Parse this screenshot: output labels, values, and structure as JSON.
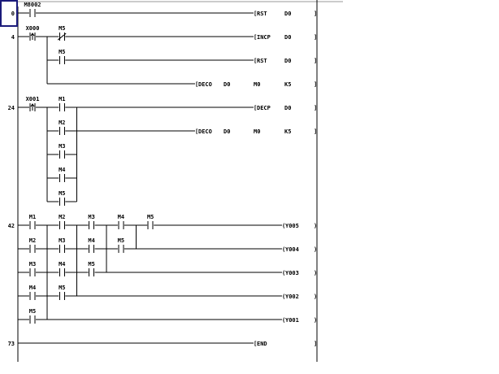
{
  "colors": {
    "wire": "#000000",
    "cursor": "#1a1a7a",
    "topline": "#999999"
  },
  "rungs": [
    {
      "step": "0",
      "rows": [
        {
          "start_after_col": null,
          "elements": [
            {
              "col": 0,
              "label": "M8002",
              "type": "no"
            }
          ],
          "instruction": {
            "kind": "apply",
            "op": "RST",
            "args": [
              "D0"
            ]
          }
        }
      ],
      "branches": []
    },
    {
      "step": "4",
      "rows": [
        {
          "start_after_col": null,
          "elements": [
            {
              "col": 0,
              "label": "X000",
              "type": "rising"
            },
            {
              "col": 1,
              "label": "M5",
              "type": "nc"
            }
          ],
          "instruction": {
            "kind": "apply",
            "op": "INCP",
            "args": [
              "D0"
            ]
          }
        },
        {
          "start_after_col": 0,
          "elements": [
            {
              "col": 1,
              "label": "M5",
              "type": "no"
            }
          ],
          "instruction": {
            "kind": "apply",
            "op": "RST",
            "args": [
              "D0"
            ]
          }
        },
        {
          "start_after_col": 0,
          "elements": [],
          "instruction": {
            "kind": "deco",
            "op": "DECO",
            "args": [
              "D0",
              "M0",
              "K5"
            ]
          }
        }
      ],
      "branches": [
        {
          "after_col": 0,
          "from_row": 0,
          "to_row": 2
        }
      ]
    },
    {
      "step": "24",
      "rows": [
        {
          "start_after_col": null,
          "elements": [
            {
              "col": 0,
              "label": "X001",
              "type": "rising"
            },
            {
              "col": 1,
              "label": "M1",
              "type": "no"
            }
          ],
          "instruction": {
            "kind": "apply",
            "op": "DECP",
            "args": [
              "D0"
            ]
          }
        },
        {
          "start_after_col": 0,
          "elements": [
            {
              "col": 1,
              "label": "M2",
              "type": "no"
            }
          ],
          "instruction": {
            "kind": "deco",
            "op": "DECO",
            "args": [
              "D0",
              "M0",
              "K5"
            ]
          }
        },
        {
          "start_after_col": 0,
          "end_after_col": 1,
          "elements": [
            {
              "col": 1,
              "label": "M3",
              "type": "no"
            }
          ],
          "instruction": null
        },
        {
          "start_after_col": 0,
          "end_after_col": 1,
          "elements": [
            {
              "col": 1,
              "label": "M4",
              "type": "no"
            }
          ],
          "instruction": null
        },
        {
          "start_after_col": 0,
          "end_after_col": 1,
          "elements": [
            {
              "col": 1,
              "label": "M5",
              "type": "no"
            }
          ],
          "instruction": null
        }
      ],
      "branches": [
        {
          "after_col": 0,
          "from_row": 0,
          "to_row": 4
        },
        {
          "after_col": 1,
          "from_row": 0,
          "to_row": 4
        }
      ]
    },
    {
      "step": "42",
      "rows": [
        {
          "start_after_col": null,
          "elements": [
            {
              "col": 0,
              "label": "M1",
              "type": "no"
            },
            {
              "col": 1,
              "label": "M2",
              "type": "no"
            },
            {
              "col": 2,
              "label": "M3",
              "type": "no"
            },
            {
              "col": 3,
              "label": "M4",
              "type": "no"
            },
            {
              "col": 4,
              "label": "M5",
              "type": "no"
            }
          ],
          "instruction": {
            "kind": "coil",
            "op": "Y005",
            "args": []
          }
        },
        {
          "start_after_col": null,
          "elements": [
            {
              "col": 0,
              "label": "M2",
              "type": "no"
            },
            {
              "col": 1,
              "label": "M3",
              "type": "no"
            },
            {
              "col": 2,
              "label": "M4",
              "type": "no"
            },
            {
              "col": 3,
              "label": "M5",
              "type": "no"
            }
          ],
          "instruction": {
            "kind": "coil",
            "op": "Y004",
            "args": []
          }
        },
        {
          "start_after_col": null,
          "elements": [
            {
              "col": 0,
              "label": "M3",
              "type": "no"
            },
            {
              "col": 1,
              "label": "M4",
              "type": "no"
            },
            {
              "col": 2,
              "label": "M5",
              "type": "no"
            }
          ],
          "instruction": {
            "kind": "coil",
            "op": "Y003",
            "args": []
          }
        },
        {
          "start_after_col": null,
          "elements": [
            {
              "col": 0,
              "label": "M4",
              "type": "no"
            },
            {
              "col": 1,
              "label": "M5",
              "type": "no"
            }
          ],
          "instruction": {
            "kind": "coil",
            "op": "Y002",
            "args": []
          }
        },
        {
          "start_after_col": null,
          "elements": [
            {
              "col": 0,
              "label": "M5",
              "type": "no"
            }
          ],
          "instruction": {
            "kind": "coil",
            "op": "Y001",
            "args": []
          }
        }
      ],
      "branches": [
        {
          "after_col": 0,
          "from_row": 0,
          "to_row": 4
        },
        {
          "after_col": 1,
          "from_row": 0,
          "to_row": 3
        },
        {
          "after_col": 2,
          "from_row": 0,
          "to_row": 2
        },
        {
          "after_col": 3,
          "from_row": 0,
          "to_row": 1
        }
      ]
    },
    {
      "step": "73",
      "rows": [
        {
          "start_after_col": null,
          "elements": [],
          "instruction": {
            "kind": "apply",
            "op": "END",
            "args": []
          }
        }
      ],
      "branches": []
    }
  ]
}
